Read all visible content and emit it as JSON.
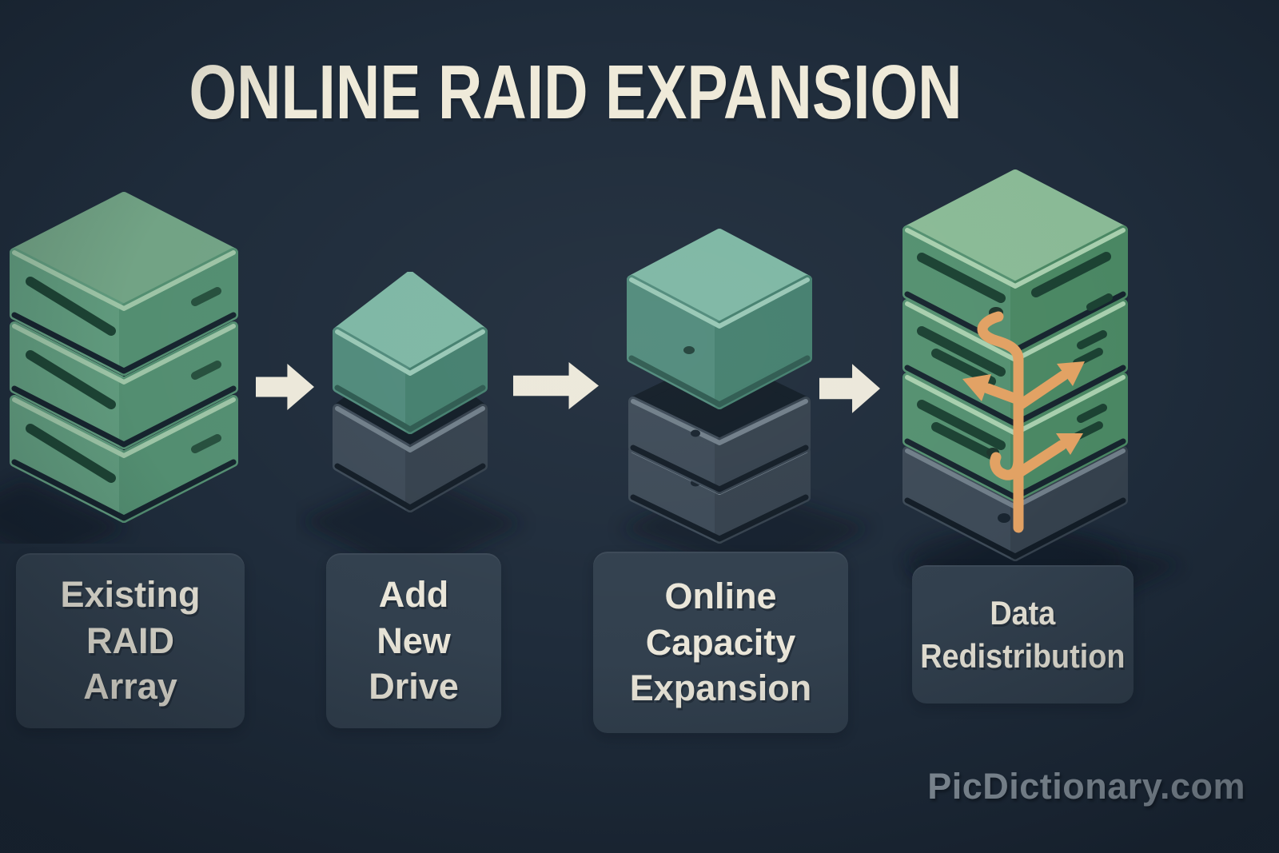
{
  "title": "ONLINE RAID EXPANSION",
  "watermark": "PicDictionary.com",
  "steps": [
    {
      "id": "existing-raid-array",
      "label": "Existing\nRAID\nArray",
      "icon": "green-drive-stack-icon",
      "drives_shown": 3
    },
    {
      "id": "add-new-drive",
      "label": "Add\nNew\nDrive",
      "icon": "teal-drive-over-empty-bay-icon",
      "drives_shown": 2
    },
    {
      "id": "online-capacity-expansion",
      "label": "Online\nCapacity\nExpansion",
      "icon": "teal-drive-on-gray-stack-icon",
      "drives_shown": 3
    },
    {
      "id": "data-redistribution",
      "label": "Data\nRedistribution",
      "icon": "green-stack-with-redistribution-arrows-icon",
      "drives_shown": 4
    }
  ],
  "flow": {
    "arrow_count": 3,
    "arrow_icon": "right-block-arrow-icon",
    "direction": "left-to-right"
  },
  "palette": {
    "background": "#1f2c3b",
    "title_text": "#efead9",
    "arrow_cream": "#ece8da",
    "green_top": "#72a385",
    "green_top_light": "#8aba96",
    "green_face_left": "#609a7d",
    "green_face_right": "#538e71",
    "green_slot": "#1d4334",
    "teal_top": "#7eb7a4",
    "teal_face_left": "#508a7b",
    "teal_face_right": "#447f6e",
    "gray_face_left": "#3d4a57",
    "gray_face_right": "#35414d",
    "orange_arrows": "#e2a163",
    "label_box": "#32404e",
    "label_text": "#eae6d9",
    "watermark_text": "#97a3ad"
  }
}
